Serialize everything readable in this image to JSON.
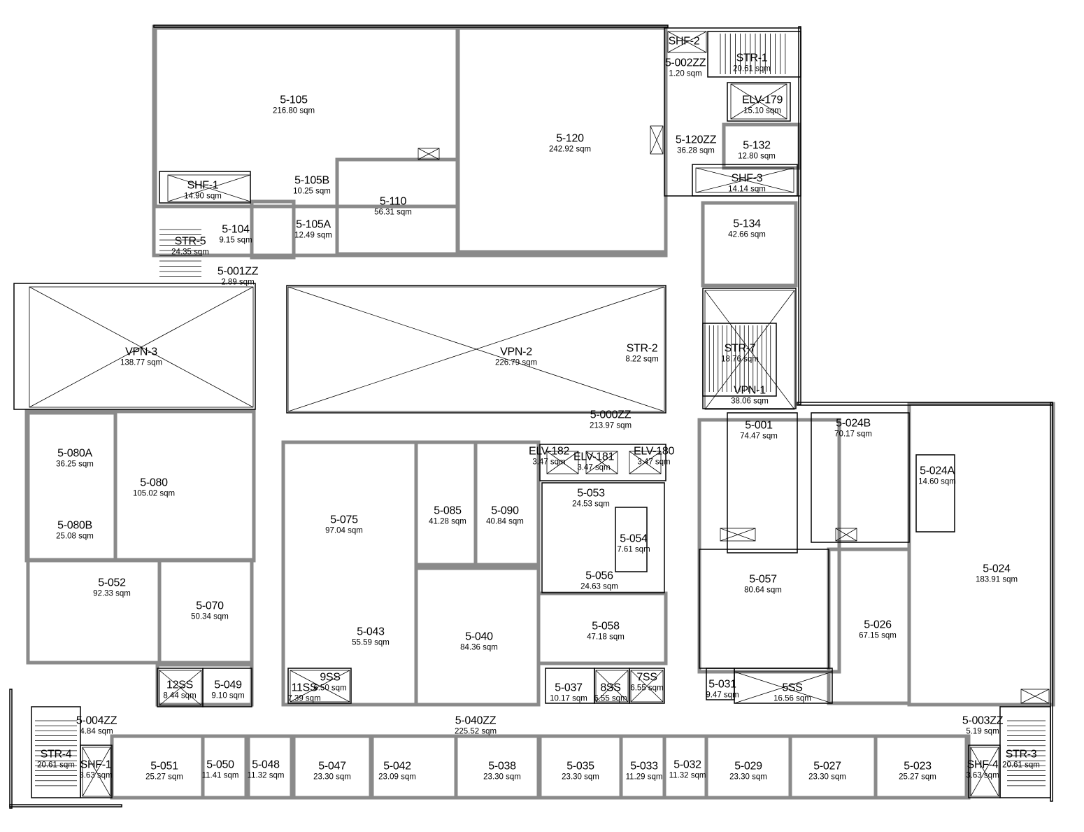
{
  "plan": {
    "wall_color": "#000000",
    "hatch_color": "#8a8a8a",
    "rooms": [
      {
        "name": "5-105",
        "area": "216.80 sqm"
      },
      {
        "name": "5-120",
        "area": "242.92 sqm"
      },
      {
        "name": "5-105B",
        "area": "10.25 sqm"
      },
      {
        "name": "5-110",
        "area": "56.31 sqm"
      },
      {
        "name": "5-105A",
        "area": "12.49 sqm"
      },
      {
        "name": "5-104",
        "area": "9.15 sqm"
      },
      {
        "name": "STR-5",
        "area": "24.35 sqm"
      },
      {
        "name": "5-001ZZ",
        "area": "2.89 sqm"
      },
      {
        "name": "SHF-1",
        "area": "14.90 sqm"
      },
      {
        "name": "SHF-2",
        "area": ""
      },
      {
        "name": "STR-1",
        "area": "20.61 sqm"
      },
      {
        "name": "ELV-179",
        "area": "15.10 sqm"
      },
      {
        "name": "5-120ZZ",
        "area": "36.28 sqm"
      },
      {
        "name": "5-132",
        "area": "12.80 sqm"
      },
      {
        "name": "SHF-3",
        "area": "14.14 sqm"
      },
      {
        "name": "5-134",
        "area": "42.66 sqm"
      },
      {
        "name": "VPN-3",
        "area": "138.77 sqm"
      },
      {
        "name": "VPN-2",
        "area": "226.79 sqm"
      },
      {
        "name": "STR-2",
        "area": "8.22 sqm"
      },
      {
        "name": "STR-7",
        "area": "18.76 sqm"
      },
      {
        "name": "VPN-1",
        "area": "38.06 sqm"
      },
      {
        "name": "5-000ZZ",
        "area": "213.97 sqm"
      },
      {
        "name": "5-001",
        "area": "74.47 sqm"
      },
      {
        "name": "5-024B",
        "area": "70.17 sqm"
      },
      {
        "name": "5-024A",
        "area": "14.60 sqm"
      },
      {
        "name": "5-080A",
        "area": "36.25 sqm"
      },
      {
        "name": "5-080",
        "area": "105.02 sqm"
      },
      {
        "name": "5-080B",
        "area": "25.08 sqm"
      },
      {
        "name": "5-075",
        "area": "97.04 sqm"
      },
      {
        "name": "5-085",
        "area": "41.28 sqm"
      },
      {
        "name": "5-090",
        "area": "40.84 sqm"
      },
      {
        "name": "ELV-182",
        "area": "3.47 sqm"
      },
      {
        "name": "ELV-181",
        "area": "3.47 sqm"
      },
      {
        "name": "ELV-180",
        "area": "3.47 sqm"
      },
      {
        "name": "5-053",
        "area": "24.53 sqm"
      },
      {
        "name": "5-054",
        "area": "7.61 sqm"
      },
      {
        "name": "5-056",
        "area": "24.63 sqm"
      },
      {
        "name": "5-052",
        "area": "92.33 sqm"
      },
      {
        "name": "5-070",
        "area": "50.34 sqm"
      },
      {
        "name": "5-057",
        "area": "80.64 sqm"
      },
      {
        "name": "5-024",
        "area": "183.91 sqm"
      },
      {
        "name": "5-043",
        "area": "55.59 sqm"
      },
      {
        "name": "5-040",
        "area": "84.36 sqm"
      },
      {
        "name": "5-058",
        "area": "47.18 sqm"
      },
      {
        "name": "5-026",
        "area": "67.15 sqm"
      },
      {
        "name": "12SS",
        "area": "8.44 sqm"
      },
      {
        "name": "5-049",
        "area": "9.10 sqm"
      },
      {
        "name": "11SS",
        "area": "7.39 sqm"
      },
      {
        "name": "9SS",
        "area": "6.50 sqm"
      },
      {
        "name": "5-037",
        "area": "10.17 sqm"
      },
      {
        "name": "8SS",
        "area": "6.55 sqm"
      },
      {
        "name": "7SS",
        "area": "6.55 sqm"
      },
      {
        "name": "5-031",
        "area": "9.47 sqm"
      },
      {
        "name": "5SS",
        "area": "16.56 sqm"
      },
      {
        "name": "5-004ZZ",
        "area": "4.84 sqm"
      },
      {
        "name": "5-040ZZ",
        "area": "225.52 sqm"
      },
      {
        "name": "5-003ZZ",
        "area": "5.19 sqm"
      },
      {
        "name": "STR-4",
        "area": "20.61 sqm"
      },
      {
        "name": "SHF-1",
        "area": "3.63 sqm"
      },
      {
        "name": "5-051",
        "area": "25.27 sqm"
      },
      {
        "name": "5-050",
        "area": "11.41 sqm"
      },
      {
        "name": "5-048",
        "area": "11.32 sqm"
      },
      {
        "name": "5-047",
        "area": "23.30 sqm"
      },
      {
        "name": "5-042",
        "area": "23.09 sqm"
      },
      {
        "name": "5-038",
        "area": "23.30 sqm"
      },
      {
        "name": "5-035",
        "area": "23.30 sqm"
      },
      {
        "name": "5-033",
        "area": "11.29 sqm"
      },
      {
        "name": "5-032",
        "area": "11.32 sqm"
      },
      {
        "name": "5-029",
        "area": "23.30 sqm"
      },
      {
        "name": "5-027",
        "area": "23.30 sqm"
      },
      {
        "name": "5-023",
        "area": "25.27 sqm"
      },
      {
        "name": "SHF-4",
        "area": "3.63 sqm"
      },
      {
        "name": "STR-3",
        "area": "20.61 sqm"
      },
      {
        "name": "5-002ZZ",
        "area": "1.20 sqm"
      }
    ]
  }
}
